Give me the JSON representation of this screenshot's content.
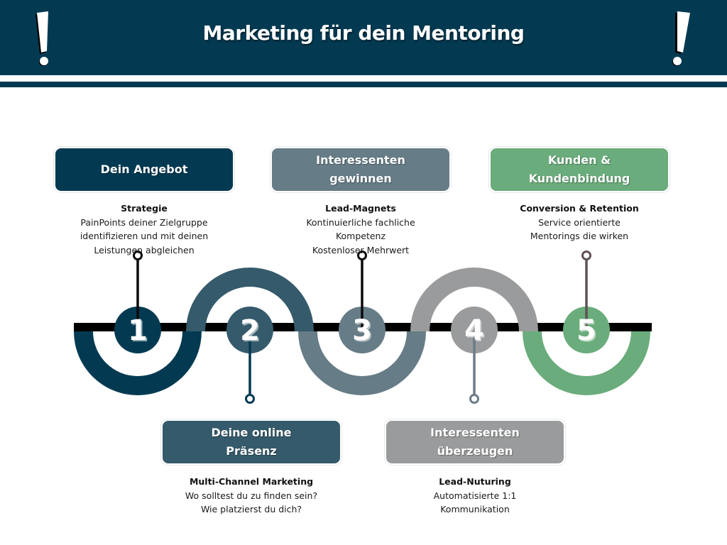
{
  "header": {
    "title": "Marketing für dein Mentoring",
    "left_icon": "exclamation-icon",
    "right_icon": "exclamation-icon",
    "background_color": "#033a52"
  },
  "steps": [
    {
      "number": "1",
      "title": "Dein Angebot",
      "title_lines": [
        "Dein Angebot"
      ],
      "heading": "Strategie",
      "description": [
        "PainPoints deiner Zielgruppe",
        "identifizieren und mit deinen",
        "Leistungen abgleichen"
      ],
      "position": "top",
      "color": "#033a52",
      "pin_color": "#0b0b0b"
    },
    {
      "number": "2",
      "title": "Deine online Präsenz",
      "title_lines": [
        "Deine online",
        "Präsenz"
      ],
      "heading": "Multi-Channel Marketing",
      "description": [
        "Wo solltest du zu finden sein?",
        "Wie platzierst du dich?"
      ],
      "position": "bottom",
      "color": "#355a6b",
      "pin_color": "#033a52"
    },
    {
      "number": "3",
      "title": "Interessenten gewinnen",
      "title_lines": [
        "Interessenten",
        "gewinnen"
      ],
      "heading": "Lead-Magnets",
      "description": [
        "Kontinuierliche fachliche",
        "Kompetenz",
        "Kostenloser Mehrwert"
      ],
      "position": "top",
      "color": "#667c87",
      "pin_color": "#0b0b0b"
    },
    {
      "number": "4",
      "title": "Interessenten überzeugen",
      "title_lines": [
        "Interessenten",
        "überzeugen"
      ],
      "heading": "Lead-Nuturing",
      "description": [
        "Automatisierte 1:1",
        "Kommunikation"
      ],
      "position": "bottom",
      "color": "#9a9b9c",
      "pin_color": "#6b7c87"
    },
    {
      "number": "5",
      "title": "Kunden & Kundenbindung",
      "title_lines": [
        "Kunden &",
        "Kundenbindung"
      ],
      "heading": "Conversion & Retention",
      "description": [
        "Service orientierte",
        "Mentorings die wirken"
      ],
      "position": "top",
      "color": "#6aac7b",
      "pin_color": "#5f5256"
    }
  ],
  "timeline_color": "#000000"
}
